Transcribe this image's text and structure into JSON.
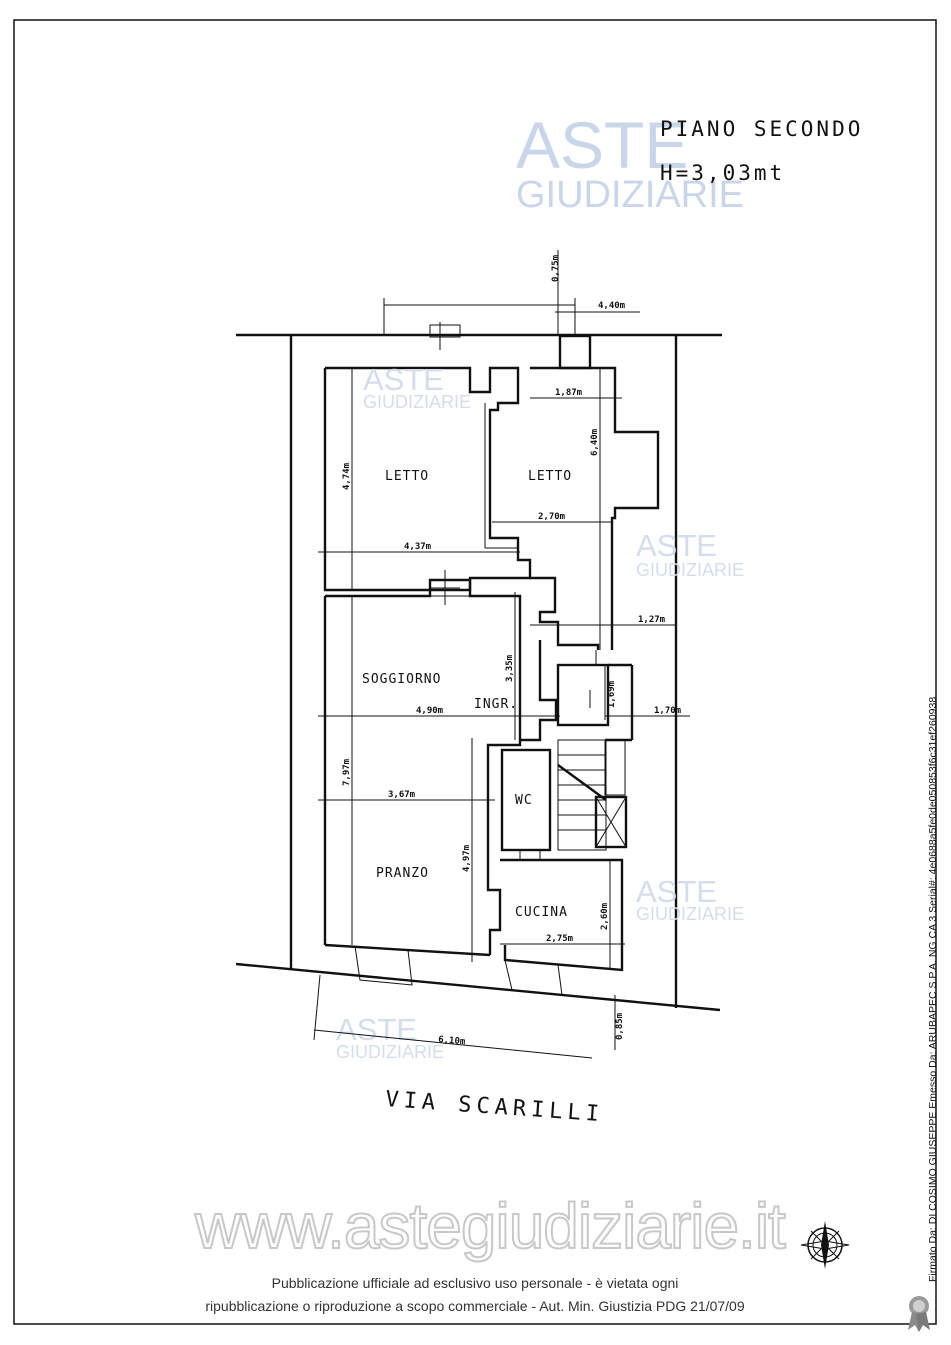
{
  "header": {
    "floor_title": "PIANO SECONDO",
    "height_label": "H=3,03mt"
  },
  "watermark": {
    "brand_top": "ASTE",
    "brand_bottom": "GIUDIZIARIE"
  },
  "rooms": {
    "letto_left": "LETTO",
    "letto_right": "LETTO",
    "soggiorno": "SOGGIORNO",
    "ingresso": "INGR.",
    "wc": "WC",
    "pranzo": "PRANZO",
    "cucina": "CUCINA"
  },
  "dimensions": {
    "d_075": "0,75m",
    "d_440": "4,40m",
    "d_187": "1,87m",
    "d_640": "6,40m",
    "d_474": "4,74m",
    "d_270": "2,70m",
    "d_437": "4,37m",
    "d_127": "1,27m",
    "d_335": "3,35m",
    "d_490": "4,90m",
    "d_169": "1,69m",
    "d_170": "1,70m",
    "d_797": "7,97m",
    "d_367": "3,67m",
    "d_497": "4,97m",
    "d_260": "2,60m",
    "d_275": "2,75m",
    "d_085": "0,85m",
    "d_610": "6,10m"
  },
  "street_name": "VIA SCARILLI",
  "website": "www.astegiudiziarie.it",
  "footer": {
    "line1": "Pubblicazione ufficiale ad esclusivo uso personale - è vietata ogni",
    "line2": "ripubblicazione o riproduzione a scopo commerciale - Aut. Min. Giustizia PDG 21/07/09"
  },
  "signature_text": "Firmato Da: DI COSIMO GIUSEPPE Emesso Da: ARUBAPEC S.P.A. NG CA 3 Serial#: 4e0688a5fe0de050853f6c31ef260938",
  "icons": {
    "north_arrow": "compass-rose-icon",
    "seal": "certification-seal-icon"
  }
}
